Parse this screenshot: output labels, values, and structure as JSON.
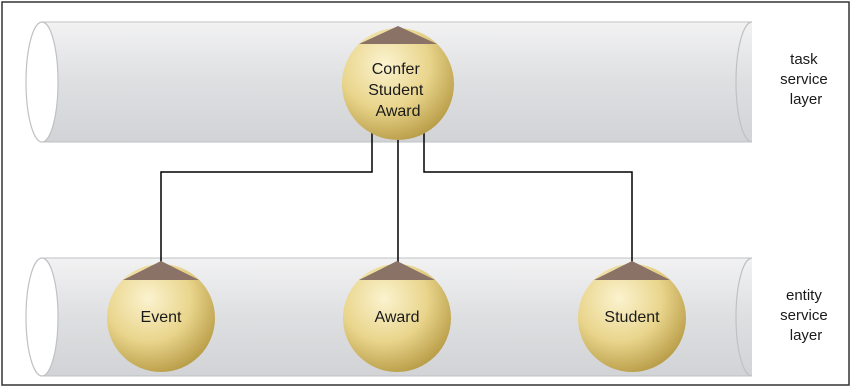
{
  "layers": [
    {
      "id": "task",
      "label_lines": [
        "task",
        "service",
        "layer"
      ]
    },
    {
      "id": "entity",
      "label_lines": [
        "entity",
        "service",
        "layer"
      ]
    }
  ],
  "services": {
    "task": {
      "label_lines": [
        "Confer",
        "Student",
        "Award"
      ]
    },
    "event": {
      "label_lines": [
        "Event"
      ]
    },
    "award": {
      "label_lines": [
        "Award"
      ]
    },
    "student": {
      "label_lines": [
        "Student"
      ]
    }
  },
  "colors": {
    "frame_border": "#333333",
    "pipe_fill": "#e6e7e9",
    "pipe_stroke": "#bfc1c4",
    "sphere_light": "#fbf3cf",
    "sphere_mid": "#e9d58c",
    "sphere_dark": "#b89c47",
    "cap_color": "#8a7366",
    "connector": "#000000"
  }
}
